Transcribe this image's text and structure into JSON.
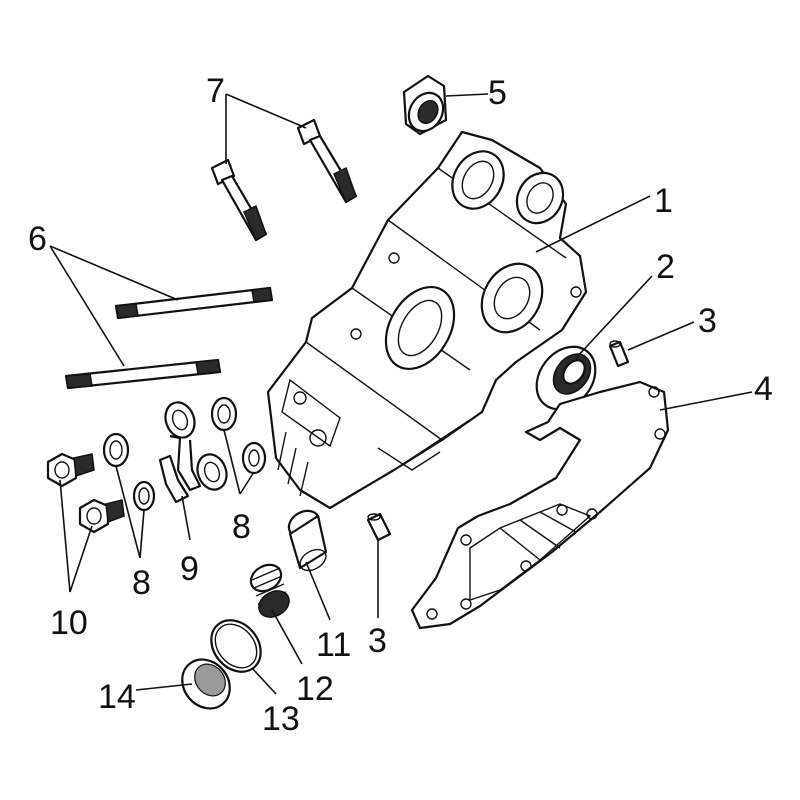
{
  "callouts": {
    "c1": "1",
    "c2": "2",
    "c3a": "3",
    "c3b": "3",
    "c4": "4",
    "c5": "5",
    "c6": "6",
    "c7": "7",
    "c8a": "8",
    "c8b": "8",
    "c9": "9",
    "c10": "10",
    "c11": "11",
    "c12": "12",
    "c13": "13",
    "c14": "14"
  },
  "colors": {
    "line": "#111111",
    "background": "#ffffff",
    "shade": "#2a2a2a"
  }
}
